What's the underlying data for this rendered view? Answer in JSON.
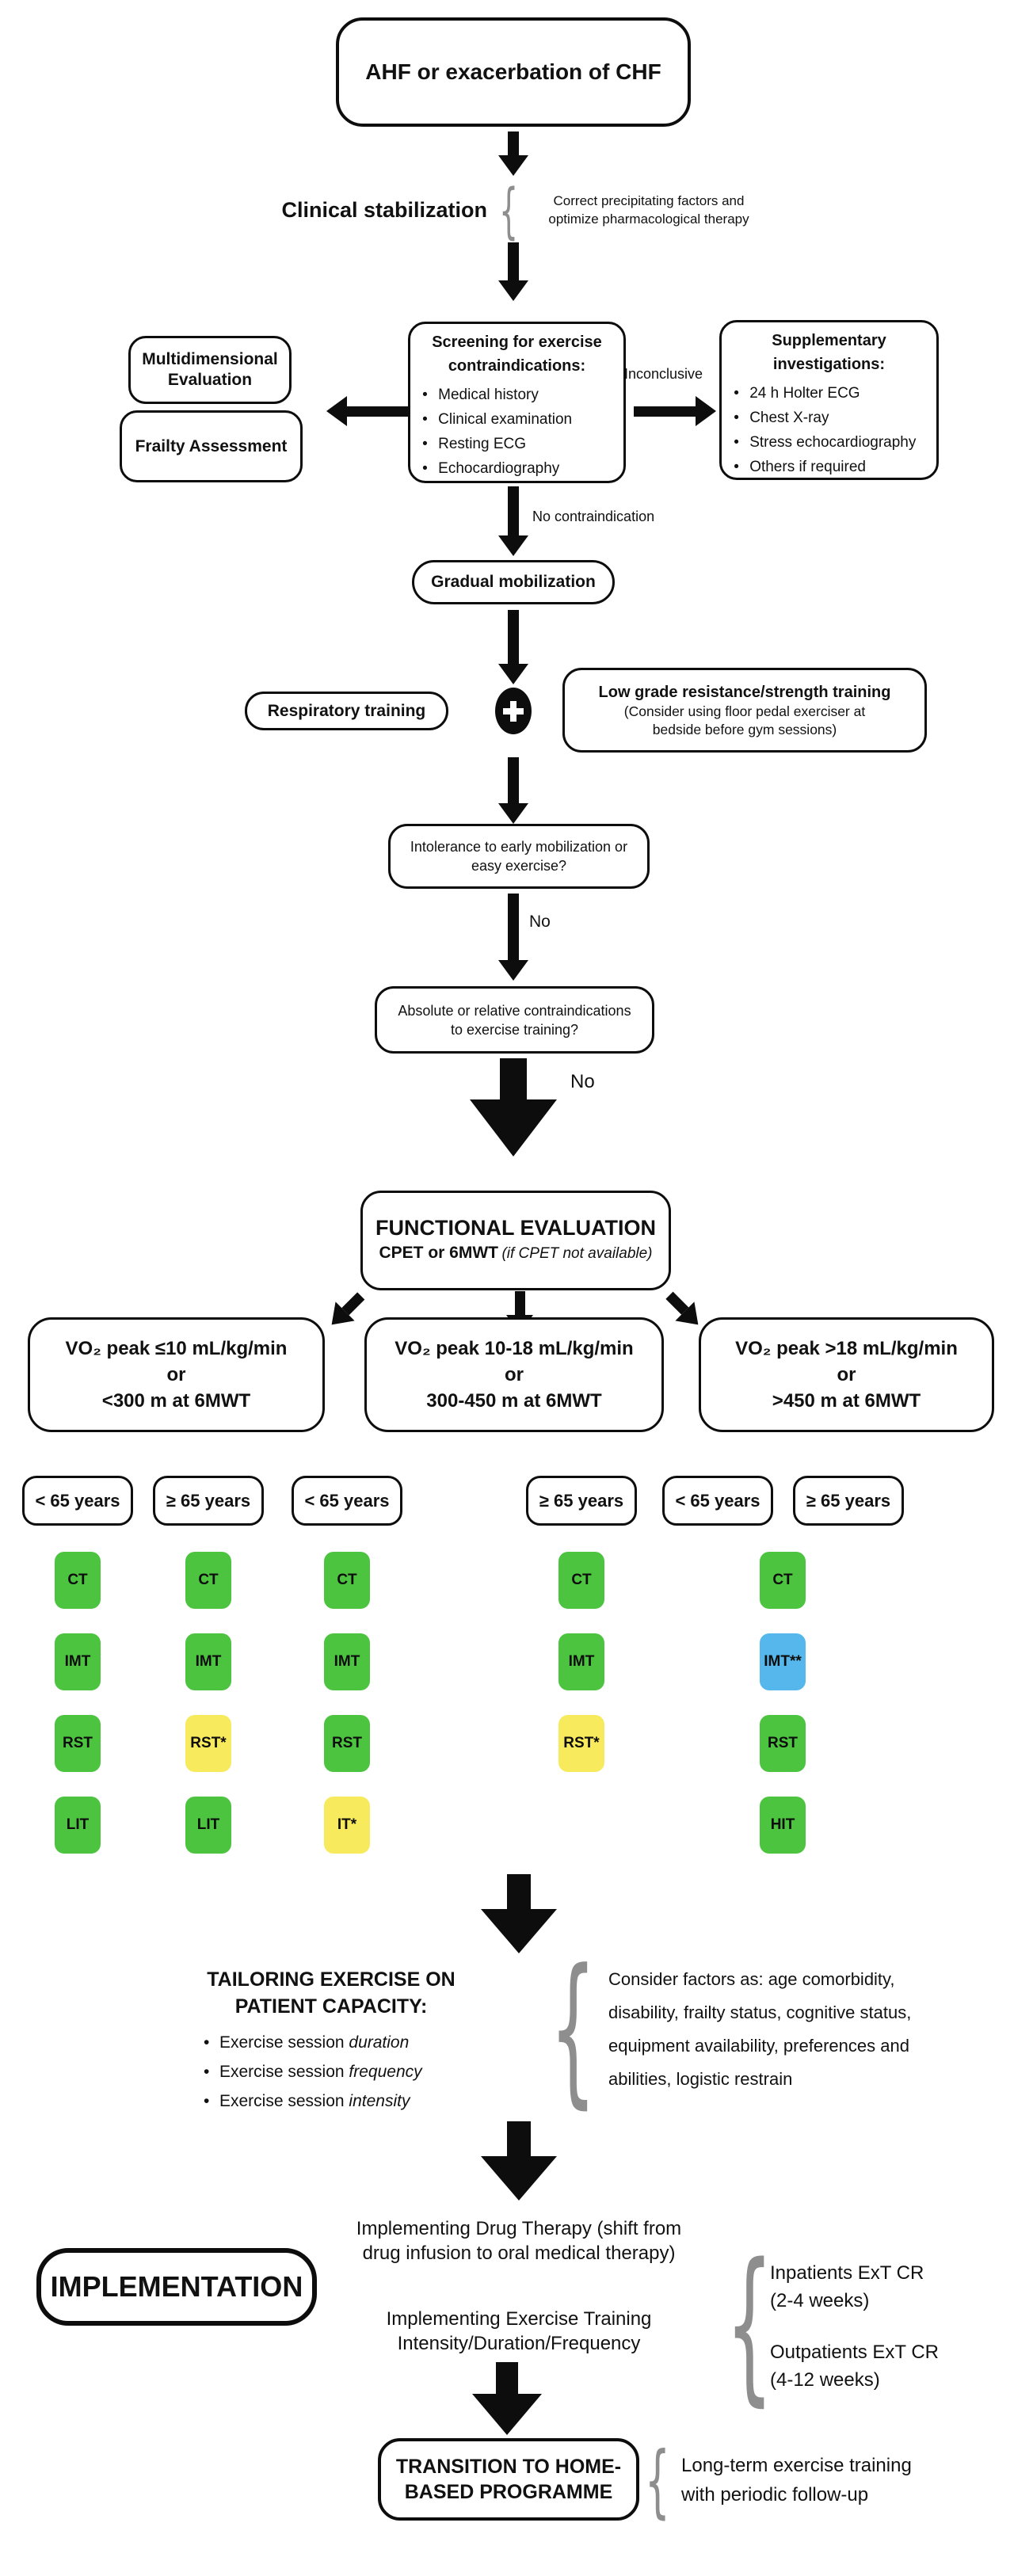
{
  "colors": {
    "green": "#4cc440",
    "yellow": "#f7ea5d",
    "blue": "#55b7eb",
    "line": "#0d0d0d"
  },
  "flow": {
    "start": "AHF or exacerbation of CHF",
    "clinical": {
      "label": "Clinical stabilization",
      "note_lines": [
        "Correct precipitating factors and",
        "optimize pharmacological therapy"
      ]
    },
    "screening": {
      "title_lines": [
        "Screening for exercise",
        "contraindications:"
      ],
      "items": [
        "Medical history",
        "Clinical examination",
        "Resting ECG",
        "Echocardiography"
      ]
    },
    "multidimensional_lines": [
      "Multidimensional",
      "Evaluation"
    ],
    "frailty": "Frailty Assessment",
    "inconclusive_label": "Inconclusive",
    "supplementary": {
      "title_lines": [
        "Supplementary",
        "investigations:"
      ],
      "items": [
        "24 h Holter ECG",
        "Chest X-ray",
        "Stress echocardiography",
        "Others if required"
      ]
    },
    "no_contraindication_label": "No contraindication",
    "gradual_mobilization": "Gradual mobilization",
    "respiratory_training": "Respiratory training",
    "low_grade": {
      "title": "Low grade resistance/strength training",
      "note_lines": [
        "(Consider using floor pedal exerciser at",
        "bedside before gym sessions)"
      ]
    },
    "intolerance_lines": [
      "Intolerance to early mobilization or",
      "easy exercise?"
    ],
    "no_label_1": "No",
    "contraindications_lines": [
      "Absolute or relative contraindications",
      "to exercise training?"
    ],
    "no_label_2": "No",
    "functional": {
      "title": "FUNCTIONAL EVALUATION",
      "subtitle_bold": "CPET or 6MWT",
      "subtitle_italic": "(if CPET not available)"
    }
  },
  "vo2_boxes": [
    {
      "lines": [
        "VO₂ peak ≤10 mL/kg/min",
        "or",
        "<300 m at 6MWT"
      ]
    },
    {
      "lines": [
        "VO₂ peak 10-18 mL/kg/min",
        "or",
        "300-450 m at 6MWT"
      ]
    },
    {
      "lines": [
        "VO₂ peak >18 mL/kg/min",
        "or",
        ">450 m at 6MWT"
      ]
    }
  ],
  "age_headers": [
    "< 65 years",
    "≥ 65 years",
    "< 65 years",
    "≥ 65 years",
    "< 65 years",
    "≥ 65 years"
  ],
  "training_grid": {
    "columns": [
      {
        "cells": [
          {
            "label": "CT",
            "color": "green"
          },
          {
            "label": "IMT",
            "color": "green"
          },
          {
            "label": "RST",
            "color": "green"
          },
          {
            "label": "LIT",
            "color": "green"
          }
        ]
      },
      {
        "cells": [
          {
            "label": "CT",
            "color": "green"
          },
          {
            "label": "IMT",
            "color": "green"
          },
          {
            "label": "RST*",
            "color": "yellow"
          },
          {
            "label": "LIT",
            "color": "green"
          }
        ]
      },
      {
        "cells": [
          {
            "label": "CT",
            "color": "green"
          },
          {
            "label": "IMT",
            "color": "green"
          },
          {
            "label": "RST",
            "color": "green"
          },
          {
            "label": "IT*",
            "color": "yellow"
          }
        ]
      },
      {
        "cells": [
          {
            "label": "CT",
            "color": "green"
          },
          {
            "label": "IMT",
            "color": "green"
          },
          {
            "label": "RST*",
            "color": "yellow"
          },
          null
        ]
      },
      {
        "cells": [
          {
            "label": "CT",
            "color": "green"
          },
          {
            "label": "IMT**",
            "color": "blue"
          },
          {
            "label": "RST",
            "color": "green"
          },
          {
            "label": "HIT",
            "color": "green"
          }
        ]
      }
    ]
  },
  "tailoring": {
    "title_lines": [
      "TAILORING EXERCISE ON",
      "PATIENT CAPACITY:"
    ],
    "bullets": [
      {
        "text": "Exercise session ",
        "italic": "duration"
      },
      {
        "text": "Exercise session ",
        "italic": "frequency"
      },
      {
        "text": "Exercise session ",
        "italic": "intensity"
      }
    ],
    "note_lines": [
      "Consider factors as: age comorbidity,",
      "disability, frailty status, cognitive status,",
      "equipment availability, preferences and",
      "abilities, logistic restrain"
    ]
  },
  "implementation": {
    "label": "IMPLEMENTATION",
    "drug_lines": [
      "Implementing Drug Therapy (shift from",
      "drug infusion to oral medical therapy)"
    ],
    "exercise_lines": [
      "Implementing Exercise Training",
      "Intensity/Duration/Frequency"
    ],
    "inpatients_lines": [
      "Inpatients ExT CR",
      "(2-4 weeks)"
    ],
    "outpatients_lines": [
      "Outpatients ExT CR",
      "(4-12 weeks)"
    ]
  },
  "transition": {
    "title_lines": [
      "TRANSITION TO HOME-",
      "BASED PROGRAMME"
    ],
    "note_lines": [
      "Long-term exercise training",
      "with periodic follow-up"
    ]
  }
}
